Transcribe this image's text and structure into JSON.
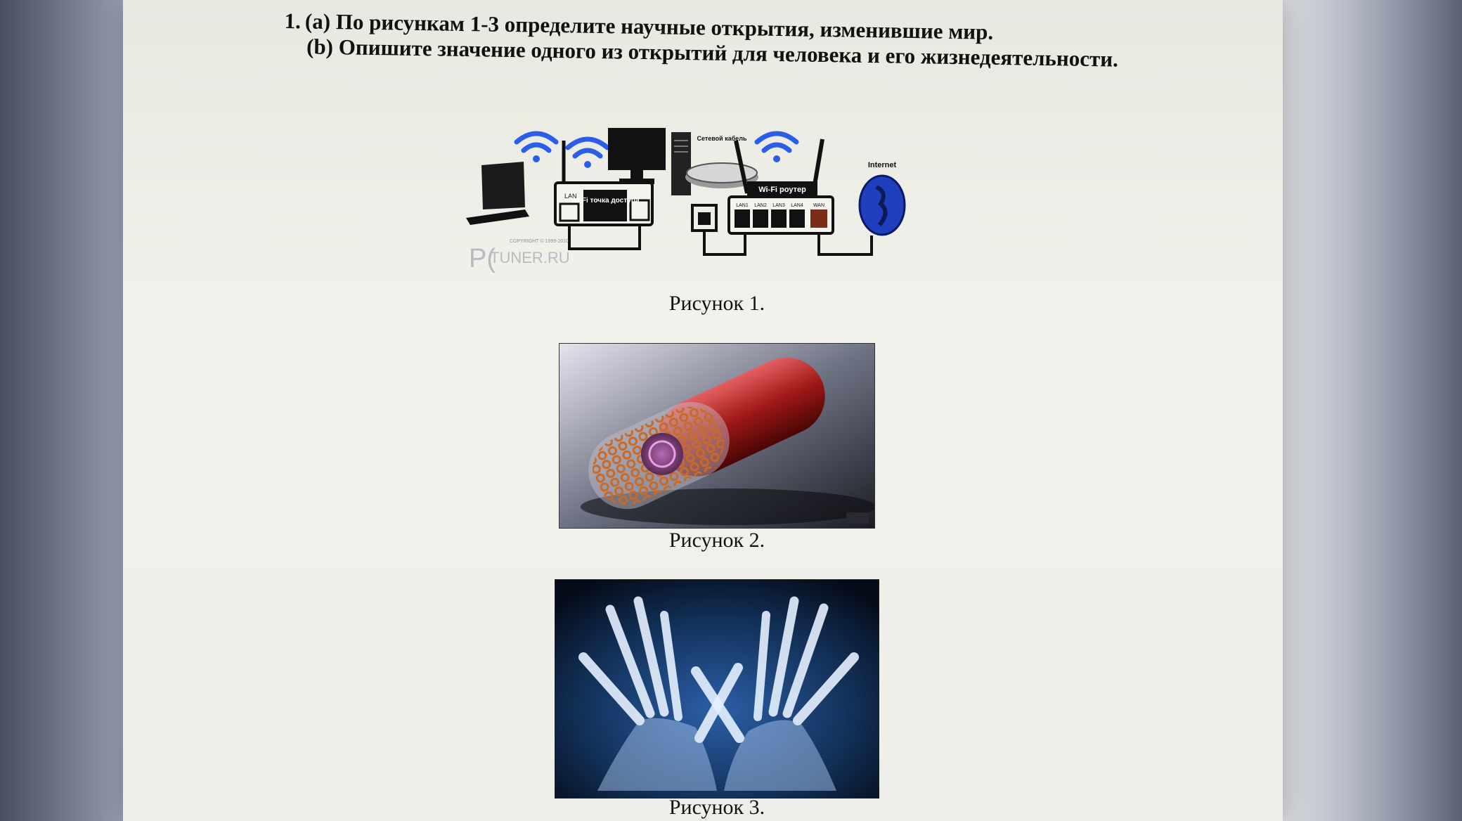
{
  "task": {
    "number": "1.",
    "part_a": "(a) По рисункам 1-3 определите научные открытия, изменившие мир.",
    "part_b": "(b) Опишите значение одного из открытий для человека и его жизнедеятельности."
  },
  "figure1": {
    "caption": "Рисунок 1.",
    "labels": {
      "lan": "LAN",
      "access_point": "Wi-Fi точка доступа",
      "net_cable": "Сетевой кабель",
      "router": "Wi-Fi роутер",
      "internet": "Internet",
      "ports": [
        "LAN1",
        "LAN2",
        "LAN3",
        "LAN4",
        "WAN"
      ],
      "watermark": "TUNER.RU",
      "copyright": "COPYRIGHT © 1999-2010"
    }
  },
  "figure2": {
    "caption": "Рисунок 2."
  },
  "figure3": {
    "caption": "Рисунок 3."
  }
}
